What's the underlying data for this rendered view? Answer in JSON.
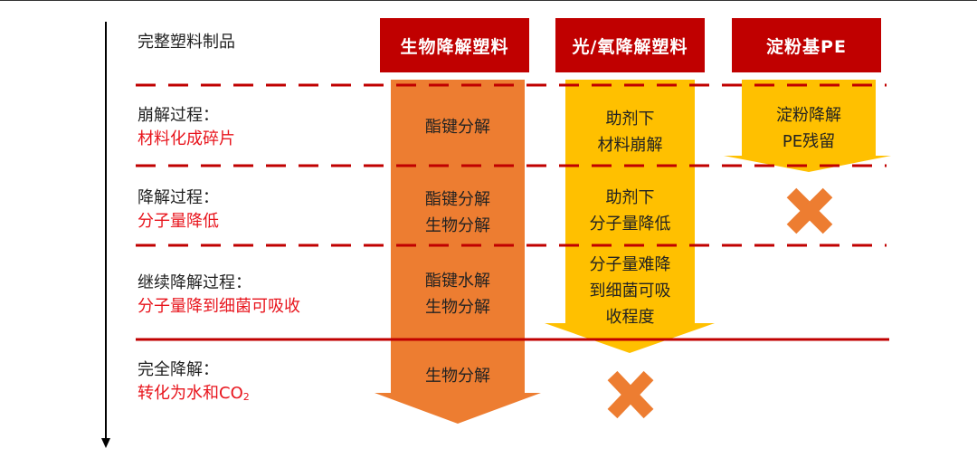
{
  "rows": [
    {
      "title": "完整塑料制品",
      "sub": ""
    },
    {
      "title": "崩解过程：",
      "sub": "材料化成碎片"
    },
    {
      "title": "降解过程：",
      "sub": "分子量降低"
    },
    {
      "title": "继续降解过程：",
      "sub": "分子量降到细菌可吸收"
    },
    {
      "title": "完全降解：",
      "sub_main": "转化为水和CO",
      "sub_subscript": "2"
    }
  ],
  "columns": [
    {
      "header": "生物降解塑料",
      "cells": [
        "酯键分解",
        "酯键分解",
        "生物分解",
        "酯键水解",
        "生物分解",
        "生物分解"
      ]
    },
    {
      "header": "光/氧降解塑料",
      "cells": [
        "助剂下",
        "材料崩解",
        "助剂下",
        "分子量降低",
        "分子量难降",
        "到细菌可吸",
        "收程度"
      ]
    },
    {
      "header": "淀粉基PE",
      "cells": [
        "淀粉降解",
        "PE残留"
      ]
    }
  ],
  "colors": {
    "header_bg": "#c00000",
    "line_red": "#c00000",
    "arrow_orange": "#ed7d31",
    "arrow_yellow": "#ffc000",
    "cross_orange": "#ed7d31",
    "sub_text": "#e8141c"
  }
}
